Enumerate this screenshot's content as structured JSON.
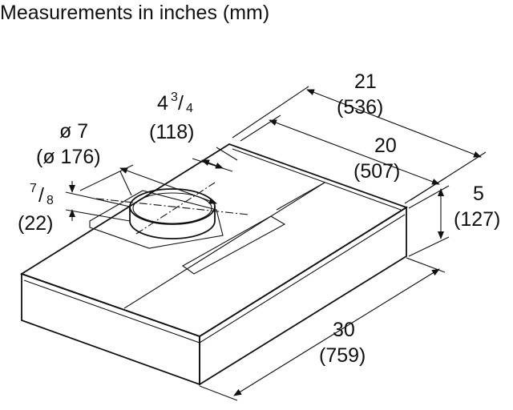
{
  "title": "Measurements in inches (mm)",
  "dimensions": {
    "depth_outer": {
      "in": "21",
      "mm": "(536)"
    },
    "depth_inner": {
      "in": "20",
      "mm": "(507)"
    },
    "height": {
      "in": "5",
      "mm": "(127)"
    },
    "width": {
      "in": "30",
      "mm": "(759)"
    },
    "duct_offset": {
      "whole": "4",
      "num": "3",
      "slash": "/",
      "den": "4",
      "mm": "(118)"
    },
    "duct_diameter": {
      "in": "ø 7",
      "mm": "(ø 176)"
    },
    "collar_height": {
      "num": "7",
      "slash": "/",
      "den": "8",
      "mm": "(22)"
    }
  }
}
